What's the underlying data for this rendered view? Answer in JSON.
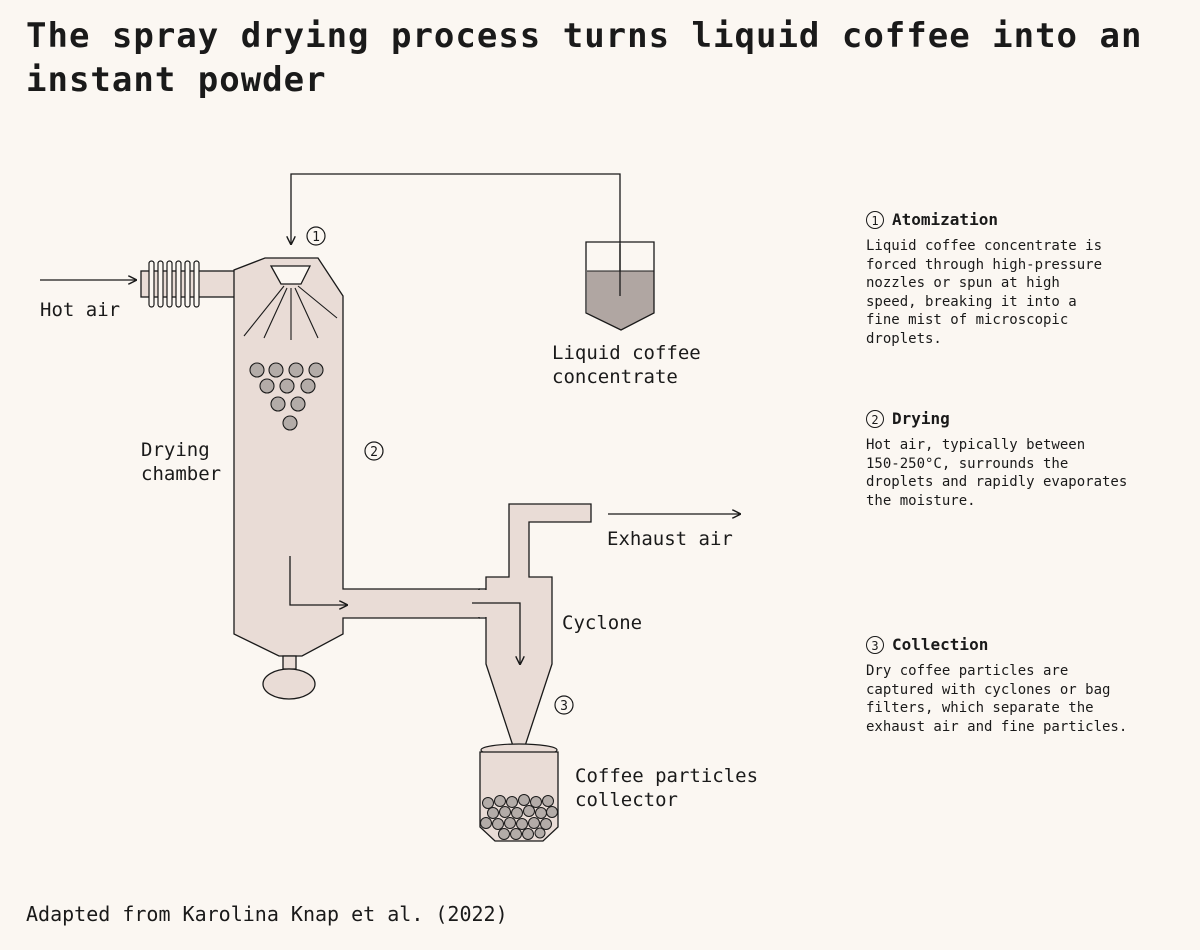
{
  "title": "The spray drying process turns liquid coffee into an instant powder",
  "labels": {
    "hot_air": "Hot air",
    "drying_chamber": [
      "Drying",
      "chamber"
    ],
    "liquid_concentrate": [
      "Liquid coffee",
      "concentrate"
    ],
    "exhaust_air": "Exhaust air",
    "cyclone": "Cyclone",
    "collector": [
      "Coffee particles",
      "collector"
    ]
  },
  "markers": [
    "1",
    "2",
    "3"
  ],
  "steps": [
    {
      "num": "1",
      "title": "Atomization",
      "body": "Liquid coffee concentrate is\nforced through high-pressure\nnozzles or spun at high\nspeed, breaking it into a\nfine mist of microscopic\ndroplets."
    },
    {
      "num": "2",
      "title": "Drying",
      "body": "Hot air, typically between\n150-250°C, surrounds the\ndroplets and rapidly evaporates\nthe moisture."
    },
    {
      "num": "3",
      "title": "Collection",
      "body": "Dry coffee particles are\ncaptured with cyclones or bag\nfilters, which separate the\nexhaust air and fine particles."
    }
  ],
  "colors": {
    "fill": "#e9dcd6",
    "liquid": "#b0a6a2",
    "particle": "#b3aca8",
    "line": "#1a1a1a"
  },
  "source": "Adapted from Karolina Knap et al. (2022)"
}
